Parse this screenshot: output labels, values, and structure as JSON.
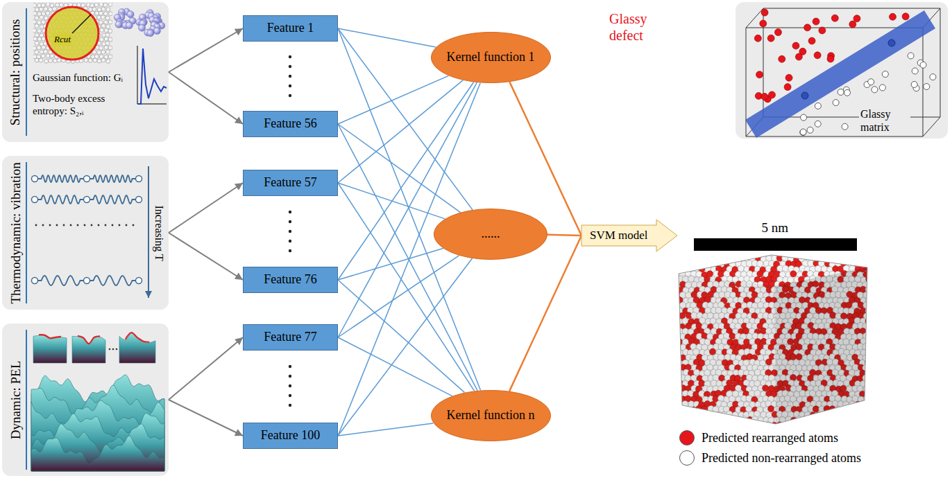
{
  "diagram": {
    "nodes": [
      {
        "text": [
          "Structural: positions",
          "Gaussian function: Gᵢ",
          "Two-body excess entropy: S₂,ᵢ"
        ]
      },
      {
        "text": [
          "Thermodynamic: vibration",
          "Increasing T"
        ]
      },
      {
        "text": [
          "Dynamic: PEL"
        ]
      },
      {
        "text": [
          "Feature 1"
        ]
      },
      {
        "text": [
          "Feature 56"
        ]
      },
      {
        "text": [
          "Feature 57"
        ]
      },
      {
        "text": [
          "Feature 76"
        ]
      },
      {
        "text": [
          "Feature 77"
        ]
      },
      {
        "text": [
          "Feature 100"
        ]
      },
      {
        "text": [
          "Kernel function 1"
        ]
      },
      {
        "text": [
          "......"
        ]
      },
      {
        "text": [
          "Kernel function n"
        ]
      },
      {
        "text": [
          "SVM model"
        ]
      },
      {
        "text": [
          "Glassy defect",
          "Glassy matrix"
        ]
      }
    ],
    "edges": [
      {
        "from": 0,
        "to": 3,
        "arrow": "to"
      },
      {
        "from": 0,
        "to": 4,
        "arrow": "to"
      },
      {
        "from": 1,
        "to": 5,
        "arrow": "to"
      },
      {
        "from": 1,
        "to": 6,
        "arrow": "to"
      },
      {
        "from": 2,
        "to": 7,
        "arrow": "to"
      },
      {
        "from": 2,
        "to": 8,
        "arrow": "to"
      },
      {
        "from": 3,
        "to": 9,
        "arrow": "none"
      },
      {
        "from": 3,
        "to": 10,
        "arrow": "none"
      },
      {
        "from": 3,
        "to": 11,
        "arrow": "none"
      },
      {
        "from": 4,
        "to": 9,
        "arrow": "none"
      },
      {
        "from": 4,
        "to": 10,
        "arrow": "none"
      },
      {
        "from": 4,
        "to": 11,
        "arrow": "none"
      },
      {
        "from": 5,
        "to": 9,
        "arrow": "none"
      },
      {
        "from": 5,
        "to": 10,
        "arrow": "none"
      },
      {
        "from": 5,
        "to": 11,
        "arrow": "none"
      },
      {
        "from": 6,
        "to": 9,
        "arrow": "none"
      },
      {
        "from": 6,
        "to": 10,
        "arrow": "none"
      },
      {
        "from": 6,
        "to": 11,
        "arrow": "none"
      },
      {
        "from": 7,
        "to": 9,
        "arrow": "none"
      },
      {
        "from": 7,
        "to": 10,
        "arrow": "none"
      },
      {
        "from": 7,
        "to": 11,
        "arrow": "none"
      },
      {
        "from": 8,
        "to": 9,
        "arrow": "none"
      },
      {
        "from": 8,
        "to": 10,
        "arrow": "none"
      },
      {
        "from": 8,
        "to": 11,
        "arrow": "none"
      },
      {
        "from": 9,
        "to": 12,
        "arrow": "none"
      },
      {
        "from": 10,
        "to": 12,
        "arrow": "none"
      },
      {
        "from": 11,
        "to": 12,
        "arrow": "none"
      }
    ],
    "labels": [
      "Rcut",
      "5 nm"
    ],
    "legend": [
      {
        "text": "Predicted rearranged atoms",
        "color": "#e8141c"
      },
      {
        "text": "Predicted non-rearranged atoms",
        "color": "#ffffff"
      }
    ]
  }
}
